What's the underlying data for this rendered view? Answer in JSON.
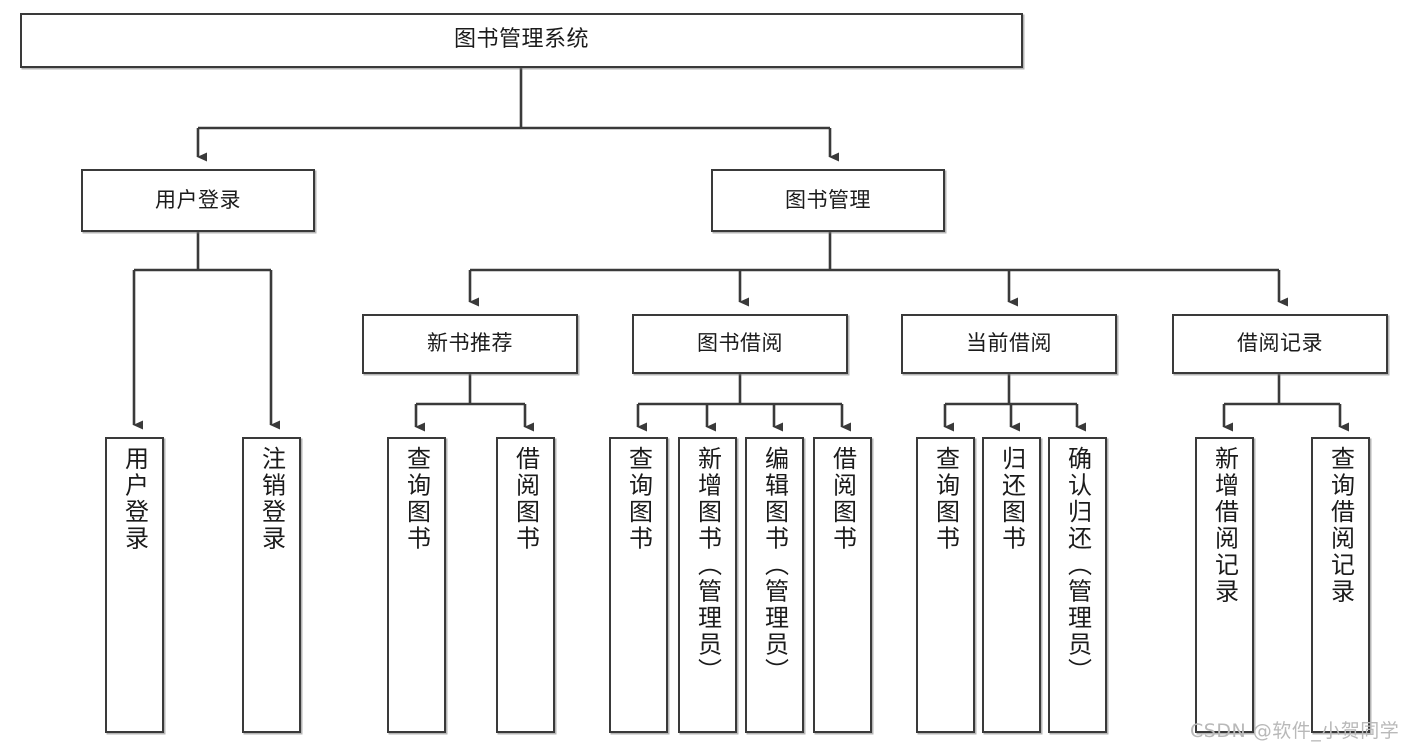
{
  "diagram": {
    "title": "图书管理系统",
    "type": "hierarchy-tree",
    "watermark": "CSDN @软件_小贺同学"
  },
  "nodes": {
    "root": {
      "label": "图书管理系统"
    },
    "level2": [
      {
        "id": "user-login",
        "label": "用户登录"
      },
      {
        "id": "book-manage",
        "label": "图书管理"
      }
    ],
    "level3": [
      {
        "id": "new-book-rec",
        "label": "新书推荐"
      },
      {
        "id": "book-borrow",
        "label": "图书借阅"
      },
      {
        "id": "current-borrow",
        "label": "当前借阅"
      },
      {
        "id": "borrow-record",
        "label": "借阅记录"
      }
    ],
    "leaves": {
      "user_login": [
        {
          "id": "leaf-user-login",
          "label": "用户登录"
        },
        {
          "id": "leaf-logout-login",
          "label": "注销登录"
        }
      ],
      "new_book_rec": [
        {
          "id": "leaf-query-book-1",
          "label": "查询图书"
        },
        {
          "id": "leaf-borrow-book-1",
          "label": "借阅图书"
        }
      ],
      "book_borrow": [
        {
          "id": "leaf-query-book-2",
          "label": "查询图书"
        },
        {
          "id": "leaf-add-book",
          "label": "新增图书（管理员）"
        },
        {
          "id": "leaf-edit-book",
          "label": "编辑图书（管理员）"
        },
        {
          "id": "leaf-borrow-book-2",
          "label": "借阅图书"
        }
      ],
      "current_borrow": [
        {
          "id": "leaf-query-book-3",
          "label": "查询图书"
        },
        {
          "id": "leaf-return-book",
          "label": "归还图书"
        },
        {
          "id": "leaf-confirm-return",
          "label": "确认归还（管理员）"
        }
      ],
      "borrow_record": [
        {
          "id": "leaf-add-record",
          "label": "新增借阅记录"
        },
        {
          "id": "leaf-query-record",
          "label": "查询借阅记录"
        }
      ]
    }
  },
  "colors": {
    "border": "#3a3a3a",
    "text": "#1b1b1b",
    "background": "#ffffff",
    "watermark": "#b9b9b9"
  }
}
